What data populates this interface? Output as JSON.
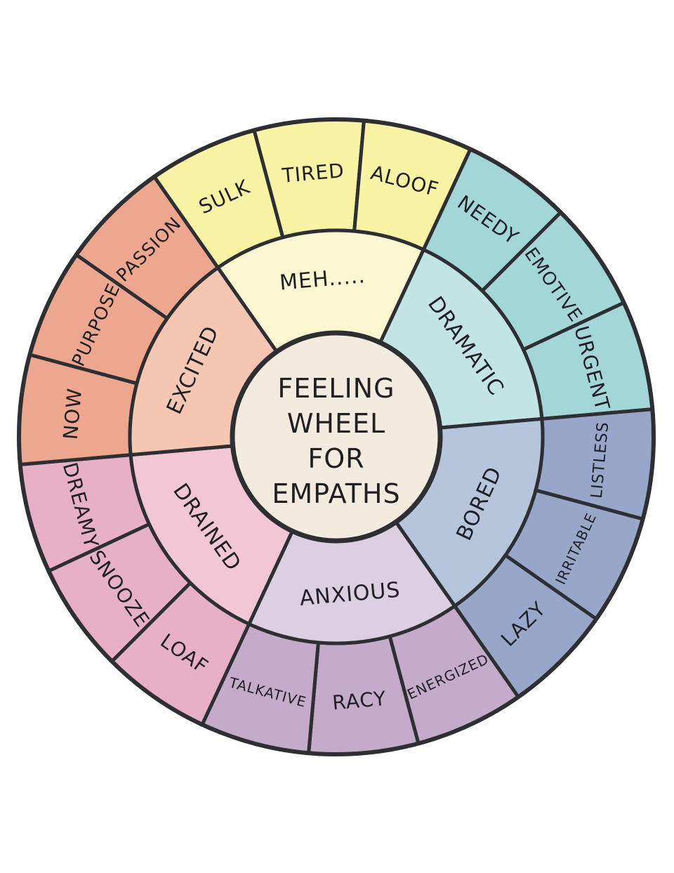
{
  "center": {
    "lines": [
      "FEELING",
      "WHEEL",
      "FOR",
      "EMPATHS"
    ],
    "fill": "#f4ebe0"
  },
  "outline_color": "#2e2f33",
  "categories": [
    {
      "name": "MEH.....",
      "inner_fill": "#fdf8d2",
      "outer_fill": "#f8f3a5",
      "feelings": [
        "SULK",
        "TIRED",
        "ALOOF"
      ]
    },
    {
      "name": "DRAMATIC",
      "inner_fill": "#c3e4e4",
      "outer_fill": "#a3d6d6",
      "feelings": [
        "NEEDY",
        "EMOTIVE",
        "URGENT"
      ]
    },
    {
      "name": "BORED",
      "inner_fill": "#b7c5dc",
      "outer_fill": "#98a7c9",
      "feelings": [
        "LISTLESS",
        "IRRITABLE",
        "LAZY"
      ]
    },
    {
      "name": "ANXIOUS",
      "inner_fill": "#dccfe1",
      "outer_fill": "#c4abc9",
      "feelings": [
        "ENERGIZED",
        "RACY",
        "TALKATIVE"
      ]
    },
    {
      "name": "DRAINED",
      "inner_fill": "#f3c6d5",
      "outer_fill": "#e8b0c7",
      "feelings": [
        "LOAF",
        "SNOOZE",
        "DREAMY"
      ]
    },
    {
      "name": "EXCITED",
      "inner_fill": "#f5c6b1",
      "outer_fill": "#eea78f",
      "feelings": [
        "NOW",
        "PURPOSE",
        "PASSION"
      ]
    }
  ]
}
